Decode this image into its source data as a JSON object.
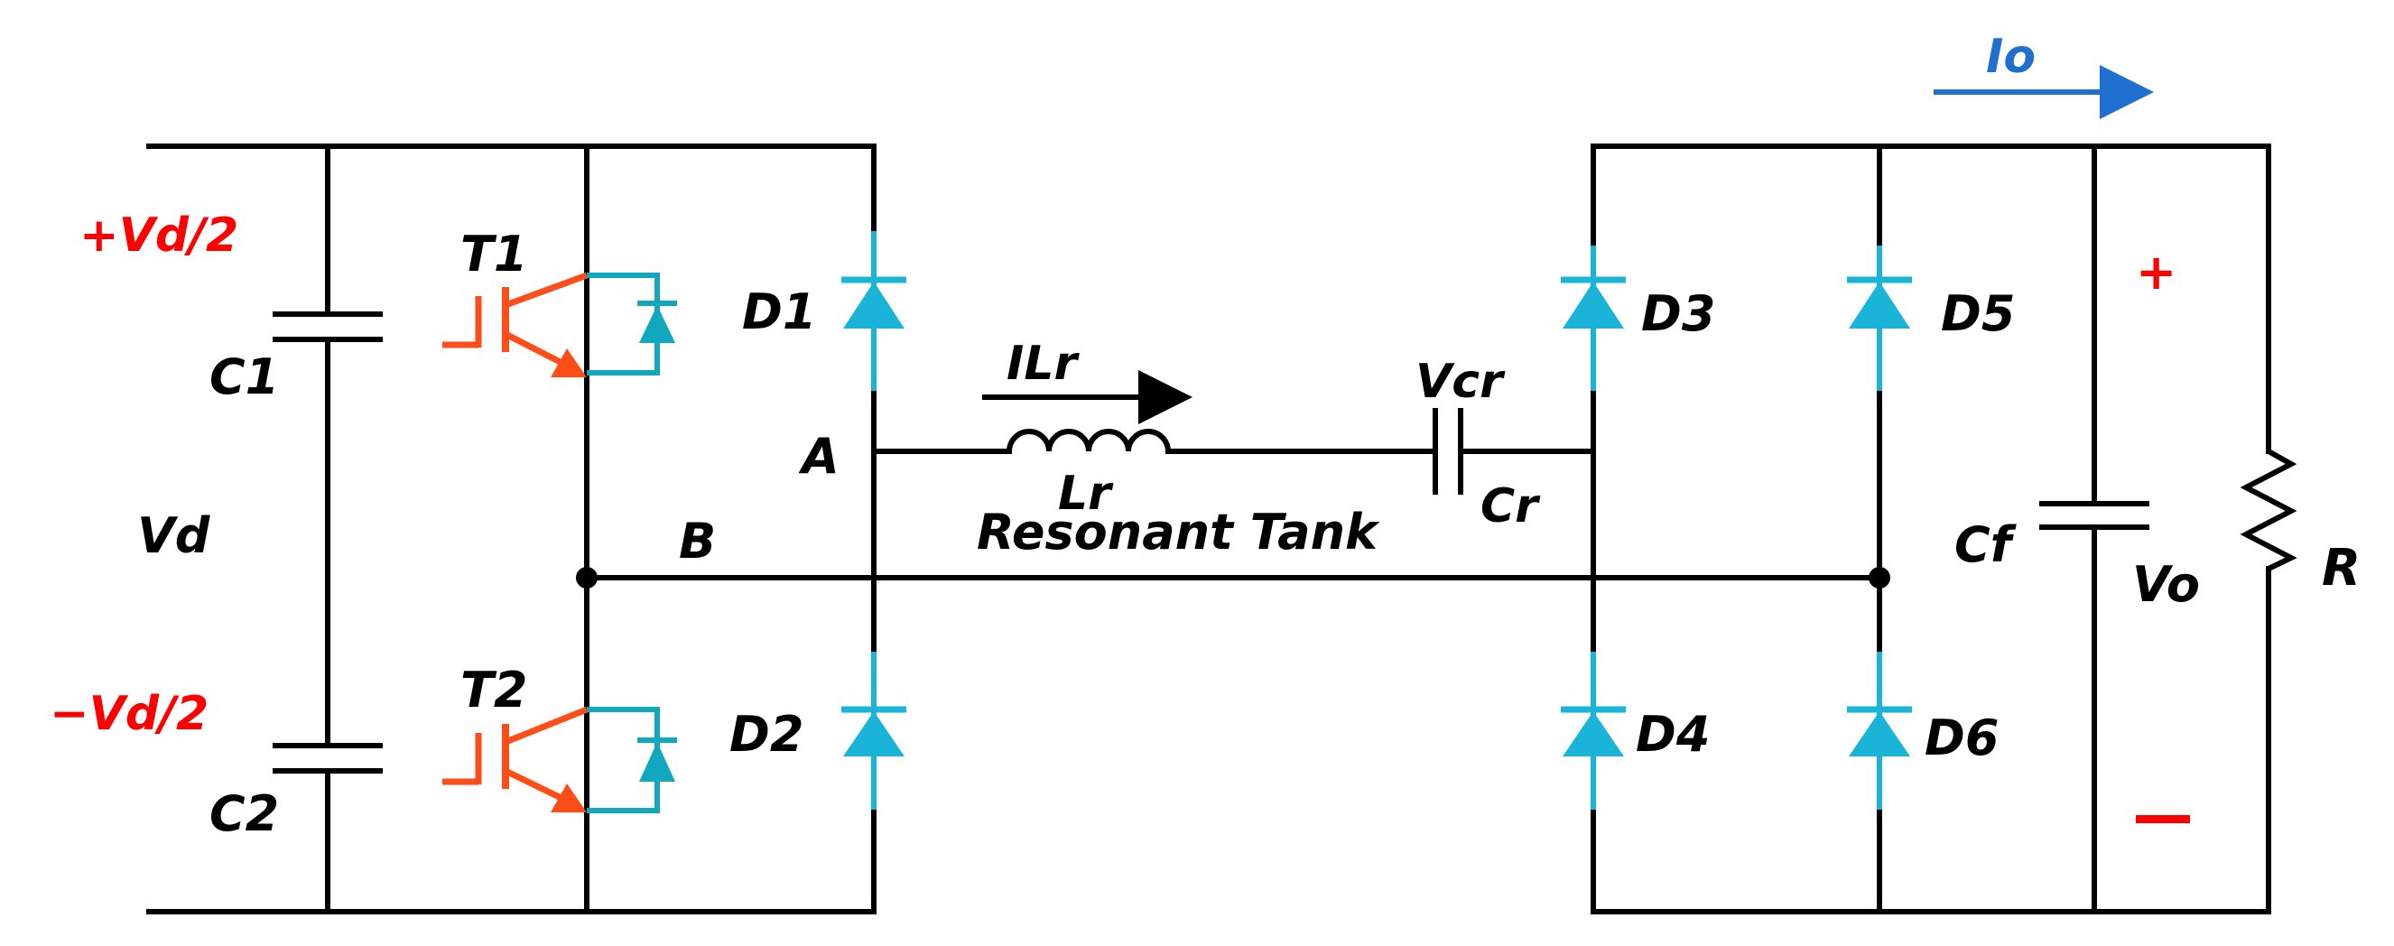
{
  "colors": {
    "wire": "#000000",
    "diode": "#1ab4d8",
    "switch": "#ff4d1a",
    "switch_diode": "#11a7bf",
    "source_label": "#ff0000",
    "current_arrow": "#1f6fd1",
    "inductor_arrow": "#000000"
  },
  "labels": {
    "vd_plus": "+Vd/2",
    "vd_minus": "−Vd/2",
    "vd": "Vd",
    "c1": "C1",
    "c2": "C2",
    "t1": "T1",
    "t2": "T2",
    "d1": "D1",
    "d2": "D2",
    "d3": "D3",
    "d4": "D4",
    "d5": "D5",
    "d6": "D6",
    "node_a": "A",
    "node_b": "B",
    "ilr": "ILr",
    "lr": "Lr",
    "vcr": "Vcr",
    "cr": "Cr",
    "resonant_tank": "Resonant Tank",
    "cf": "Cf",
    "vo": "Vo",
    "r": "R",
    "io": "Io",
    "plus": "+",
    "minus": "−"
  }
}
